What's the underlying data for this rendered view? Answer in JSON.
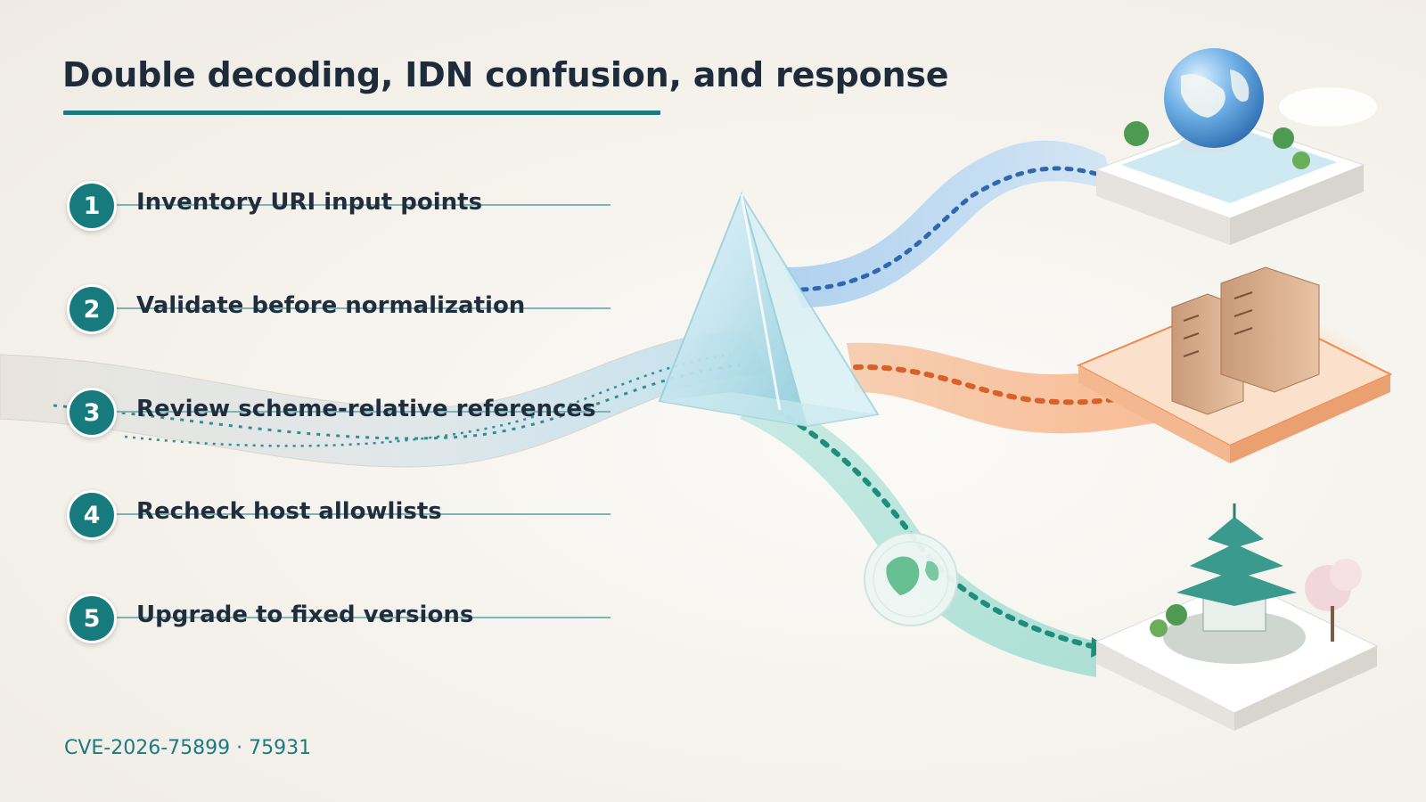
{
  "title": "Double decoding, IDN confusion, and response",
  "steps": [
    {
      "number": "1",
      "label": "Inventory URI input points"
    },
    {
      "number": "2",
      "label": "Validate before normalization"
    },
    {
      "number": "3",
      "label": "Review scheme-relative references"
    },
    {
      "number": "4",
      "label": "Recheck host allowlists"
    },
    {
      "number": "5",
      "label": "Upgrade to fixed versions"
    }
  ],
  "footnote": "CVE-2026-75899 · 75931",
  "colors": {
    "accent": "#1b7a80",
    "title_text": "#1d2b3a",
    "blue_stream": "#7fb2e0",
    "orange_stream": "#f2a06a",
    "teal_stream": "#7fd0c4"
  },
  "illustration": {
    "icons": [
      "prism-icon",
      "globe-icon",
      "server-rack-icon",
      "pagoda-icon",
      "small-globe-icon"
    ]
  }
}
